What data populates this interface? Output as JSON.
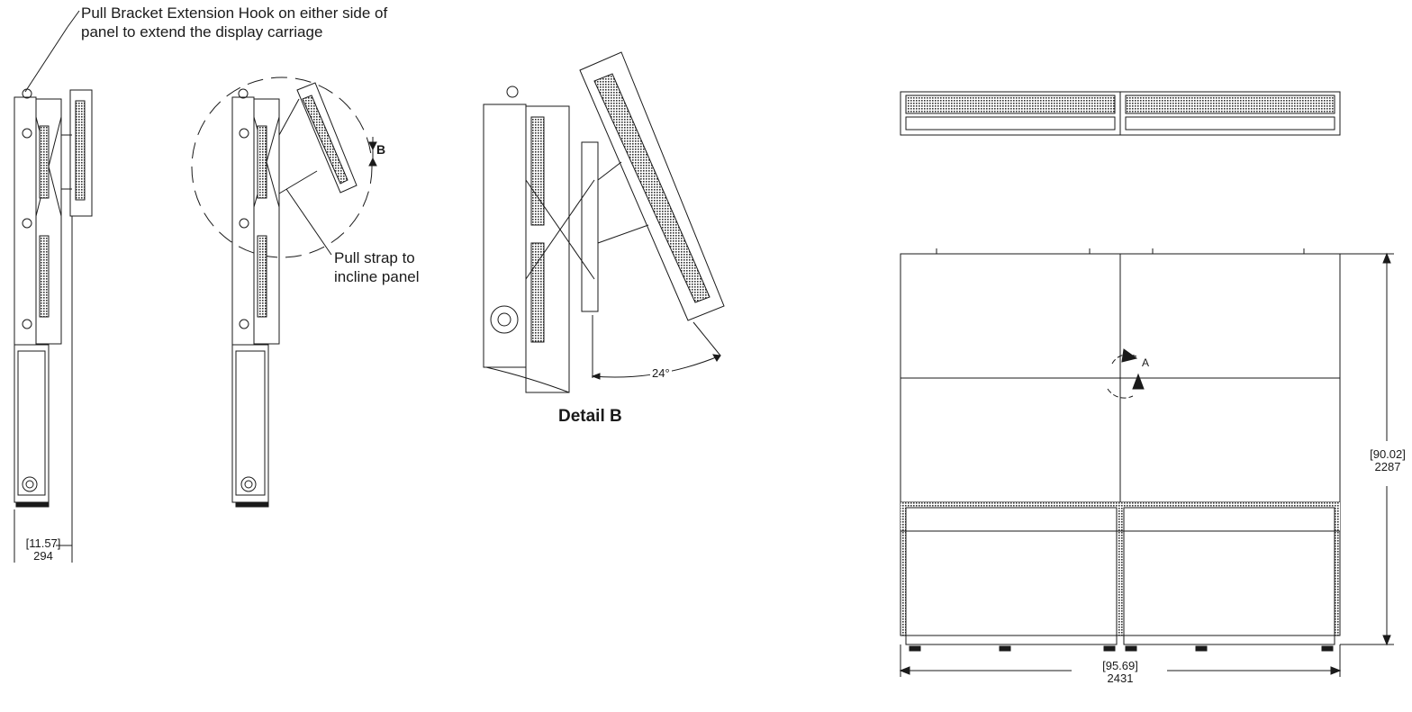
{
  "callouts": {
    "bracket_hook_line1": "Pull Bracket Extension Hook on either side of",
    "bracket_hook_line2": "panel to extend the display carriage",
    "pull_strap_line1": "Pull strap to",
    "pull_strap_line2": "incline panel"
  },
  "dimensions": {
    "depth_in": "[11.57]",
    "depth_mm": "294",
    "angle": "24°",
    "height_in": "[90.02]",
    "height_mm": "2287",
    "width_in": "[95.69]",
    "width_mm": "2431"
  },
  "detail_label": "Detail B",
  "section_marks": {
    "b": "B",
    "a": "A"
  },
  "colors": {
    "line": "#1a1a1a",
    "panel_fill": "#ffffff"
  }
}
